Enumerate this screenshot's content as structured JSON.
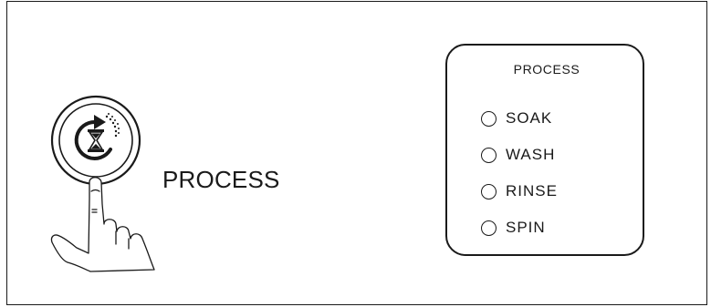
{
  "button_label": "PROCESS",
  "panel": {
    "title": "PROCESS",
    "steps": [
      {
        "label": "SOAK"
      },
      {
        "label": "WASH"
      },
      {
        "label": "RINSE"
      },
      {
        "label": "SPIN"
      }
    ]
  },
  "icons": {
    "button": "process-button-icon",
    "hourglass": "hourglass-icon",
    "cycle_arrow": "cycle-arrow-icon",
    "hand": "pointing-hand-icon"
  },
  "colors": {
    "line": "#1a1a1a",
    "background": "#ffffff"
  }
}
